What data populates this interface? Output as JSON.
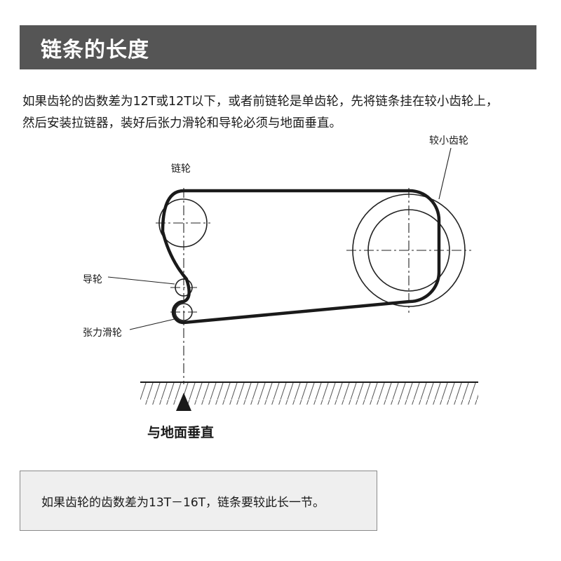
{
  "header": {
    "title": "链条的长度"
  },
  "intro": {
    "line1": "如果齿轮的齿数差为12T或12T以下，或者前链轮是单齿轮，先将链条挂在较小齿轮上，",
    "line2": "然后安装拉链器，装好后张力滑轮和导轮必须与地面垂直。"
  },
  "diagram": {
    "label_chainring": "链轮",
    "label_small_cog": "较小齿轮",
    "label_guide_pulley": "导轮",
    "label_tension_pulley": "张力滑轮",
    "label_perpendicular": "与地面垂直"
  },
  "note": {
    "text": "如果齿轮的齿数差为13T－16T，链条要较此长一节。"
  }
}
